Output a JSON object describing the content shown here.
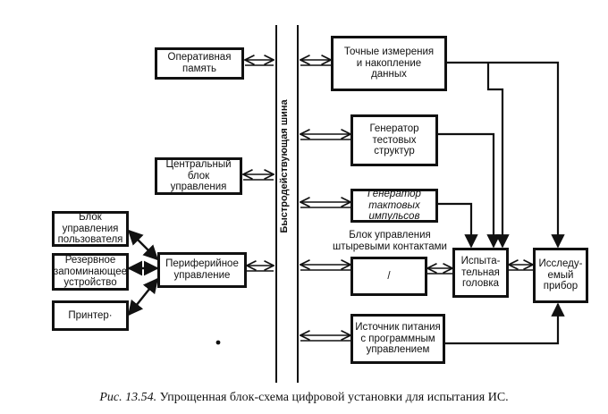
{
  "diagram": {
    "bus_label": "Быстродействующая шина",
    "boxes": {
      "ram": "Оперативная\nпамять",
      "cpu": "Центральный\nблок\nуправления",
      "user_ctrl": "Блок\nуправления\nпользователя",
      "backup": "Резервное\nзапоминающее\nустройство",
      "printer": "Принтер·",
      "peripheral": "Периферийное\nуправление",
      "precision": "Точные измерения\nи накопление\nданных",
      "test_gen": "Генератор\nтестовых\nструктур",
      "clock_gen": "Генератор\nтактовых\nимпульсов",
      "pin_ctrl_label": "Блок управления\nштыревыми контактами",
      "pin_ctrl_inner": "/",
      "test_head": "Испыта-\nтельная\nголовка",
      "dut": "Исследу-\nемый\nприбор",
      "power": "Источник питания\nс программным\nуправлением"
    }
  },
  "caption": {
    "figure": "Рис. 13.54.",
    "text": "Упрощенная блок-схема цифровой установки для испытания ИС."
  }
}
